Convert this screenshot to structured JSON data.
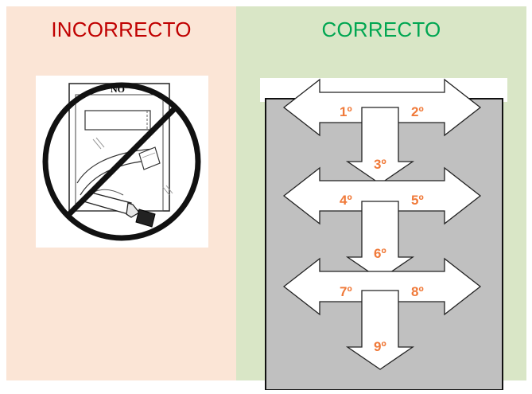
{
  "left_panel": {
    "heading": "INCORRECTO",
    "sign_label": "NO"
  },
  "right_panel": {
    "heading": "CORRECTO",
    "steps": [
      "1º",
      "2º",
      "3º",
      "4º",
      "5º",
      "6º",
      "7º",
      "8º",
      "9º"
    ]
  },
  "colors": {
    "left_background": "#fbe5d6",
    "right_background": "#d9e6c6",
    "incorrect_text": "#c00000",
    "correct_text": "#00a651",
    "step_number": "#f07a3a",
    "window_fill": "#c0c0c0"
  },
  "icons": [
    "prohibited-sign-icon",
    "paint-tube-icon",
    "direction-arrow-icon"
  ]
}
